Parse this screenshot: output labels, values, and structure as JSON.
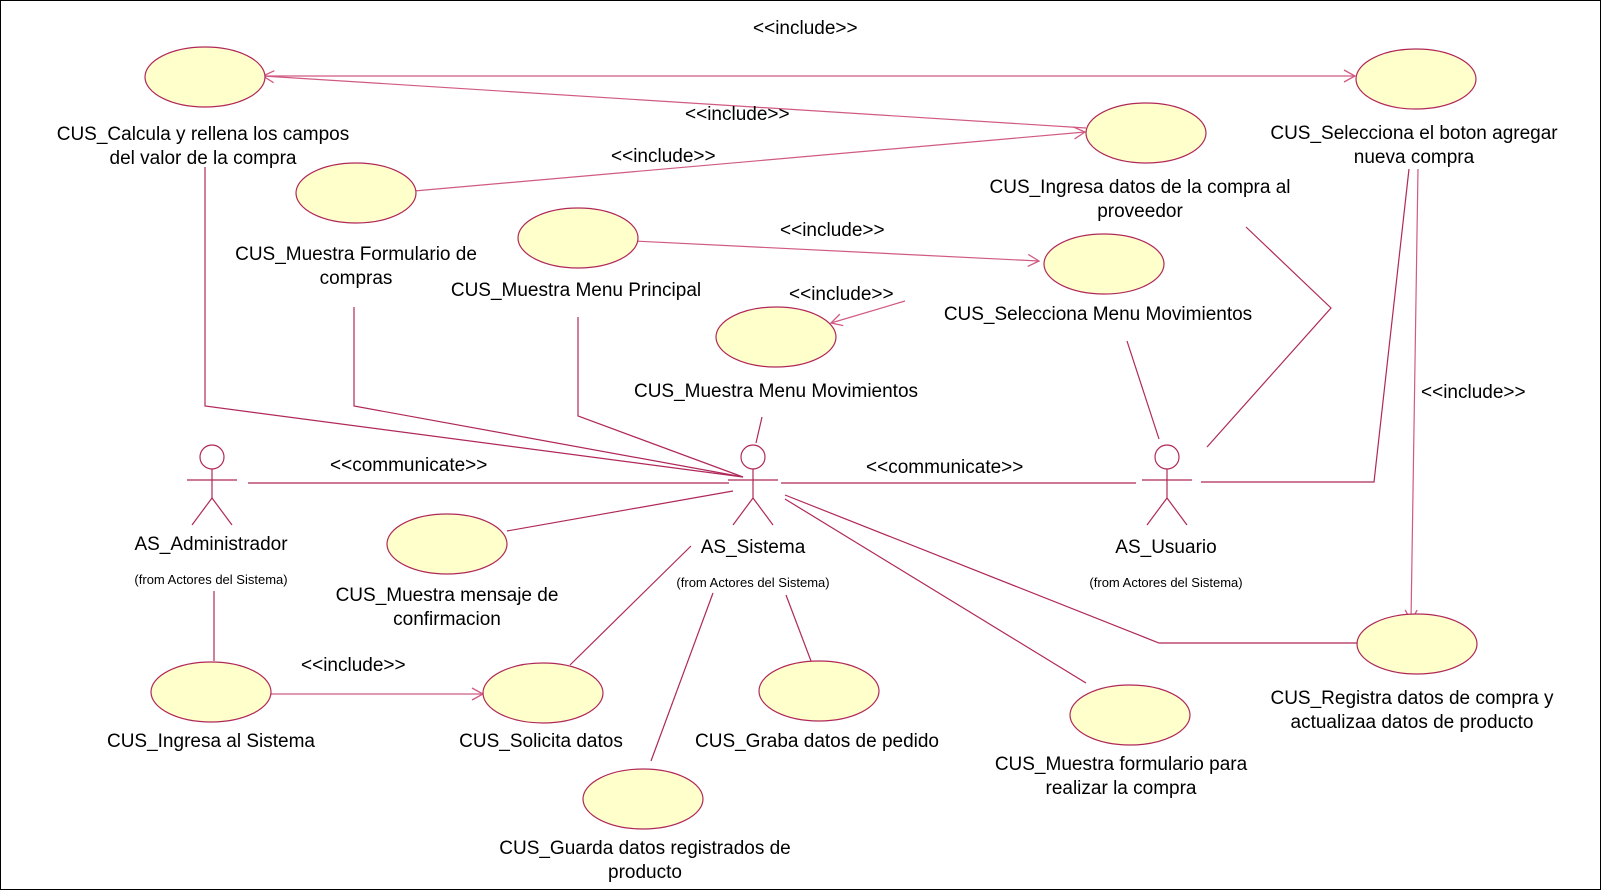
{
  "use_cases": {
    "calcula": [
      "CUS_Calcula y rellena los campos",
      "del valor de la compra"
    ],
    "selecciona_boton": [
      "CUS_Selecciona el boton agregar",
      "nueva compra"
    ],
    "ingresa_datos": [
      "CUS_Ingresa datos de la compra al",
      "proveedor"
    ],
    "muestra_formulario": [
      "CUS_Muestra Formulario de",
      "compras"
    ],
    "muestra_menu_principal": [
      "CUS_Muestra Menu Principal"
    ],
    "selecciona_menu": [
      "CUS_Selecciona Menu Movimientos"
    ],
    "muestra_menu_mov": [
      "CUS_Muestra Menu Movimientos"
    ],
    "muestra_mensaje": [
      "CUS_Muestra mensaje de",
      "confirmacion"
    ],
    "ingresa_sistema": [
      "CUS_Ingresa al Sistema"
    ],
    "solicita_datos": [
      "CUS_Solicita datos"
    ],
    "graba_datos": [
      "CUS_Graba datos de pedido"
    ],
    "guarda_datos": [
      "CUS_Guarda datos registrados de",
      "producto"
    ],
    "muestra_formulario_compra": [
      "CUS_Muestra formulario para",
      "realizar la compra"
    ],
    "registra_datos": [
      "CUS_Registra datos de compra y",
      "actualizaa datos de producto"
    ]
  },
  "actors": {
    "administrador": {
      "name": "AS_Administrador",
      "origin": "(from Actores del Sistema)"
    },
    "sistema": {
      "name": "AS_Sistema",
      "origin": "(from Actores del Sistema)"
    },
    "usuario": {
      "name": "AS_Usuario",
      "origin": "(from Actores del Sistema)"
    }
  },
  "stereotypes": {
    "include": "<<include>>",
    "communicate": "<<communicate>>"
  },
  "colors": {
    "line": "#b0285a",
    "include_line": "#d05a82",
    "ellipse_fill": "#ffffcc",
    "ellipse_stroke": "#b0285a"
  }
}
